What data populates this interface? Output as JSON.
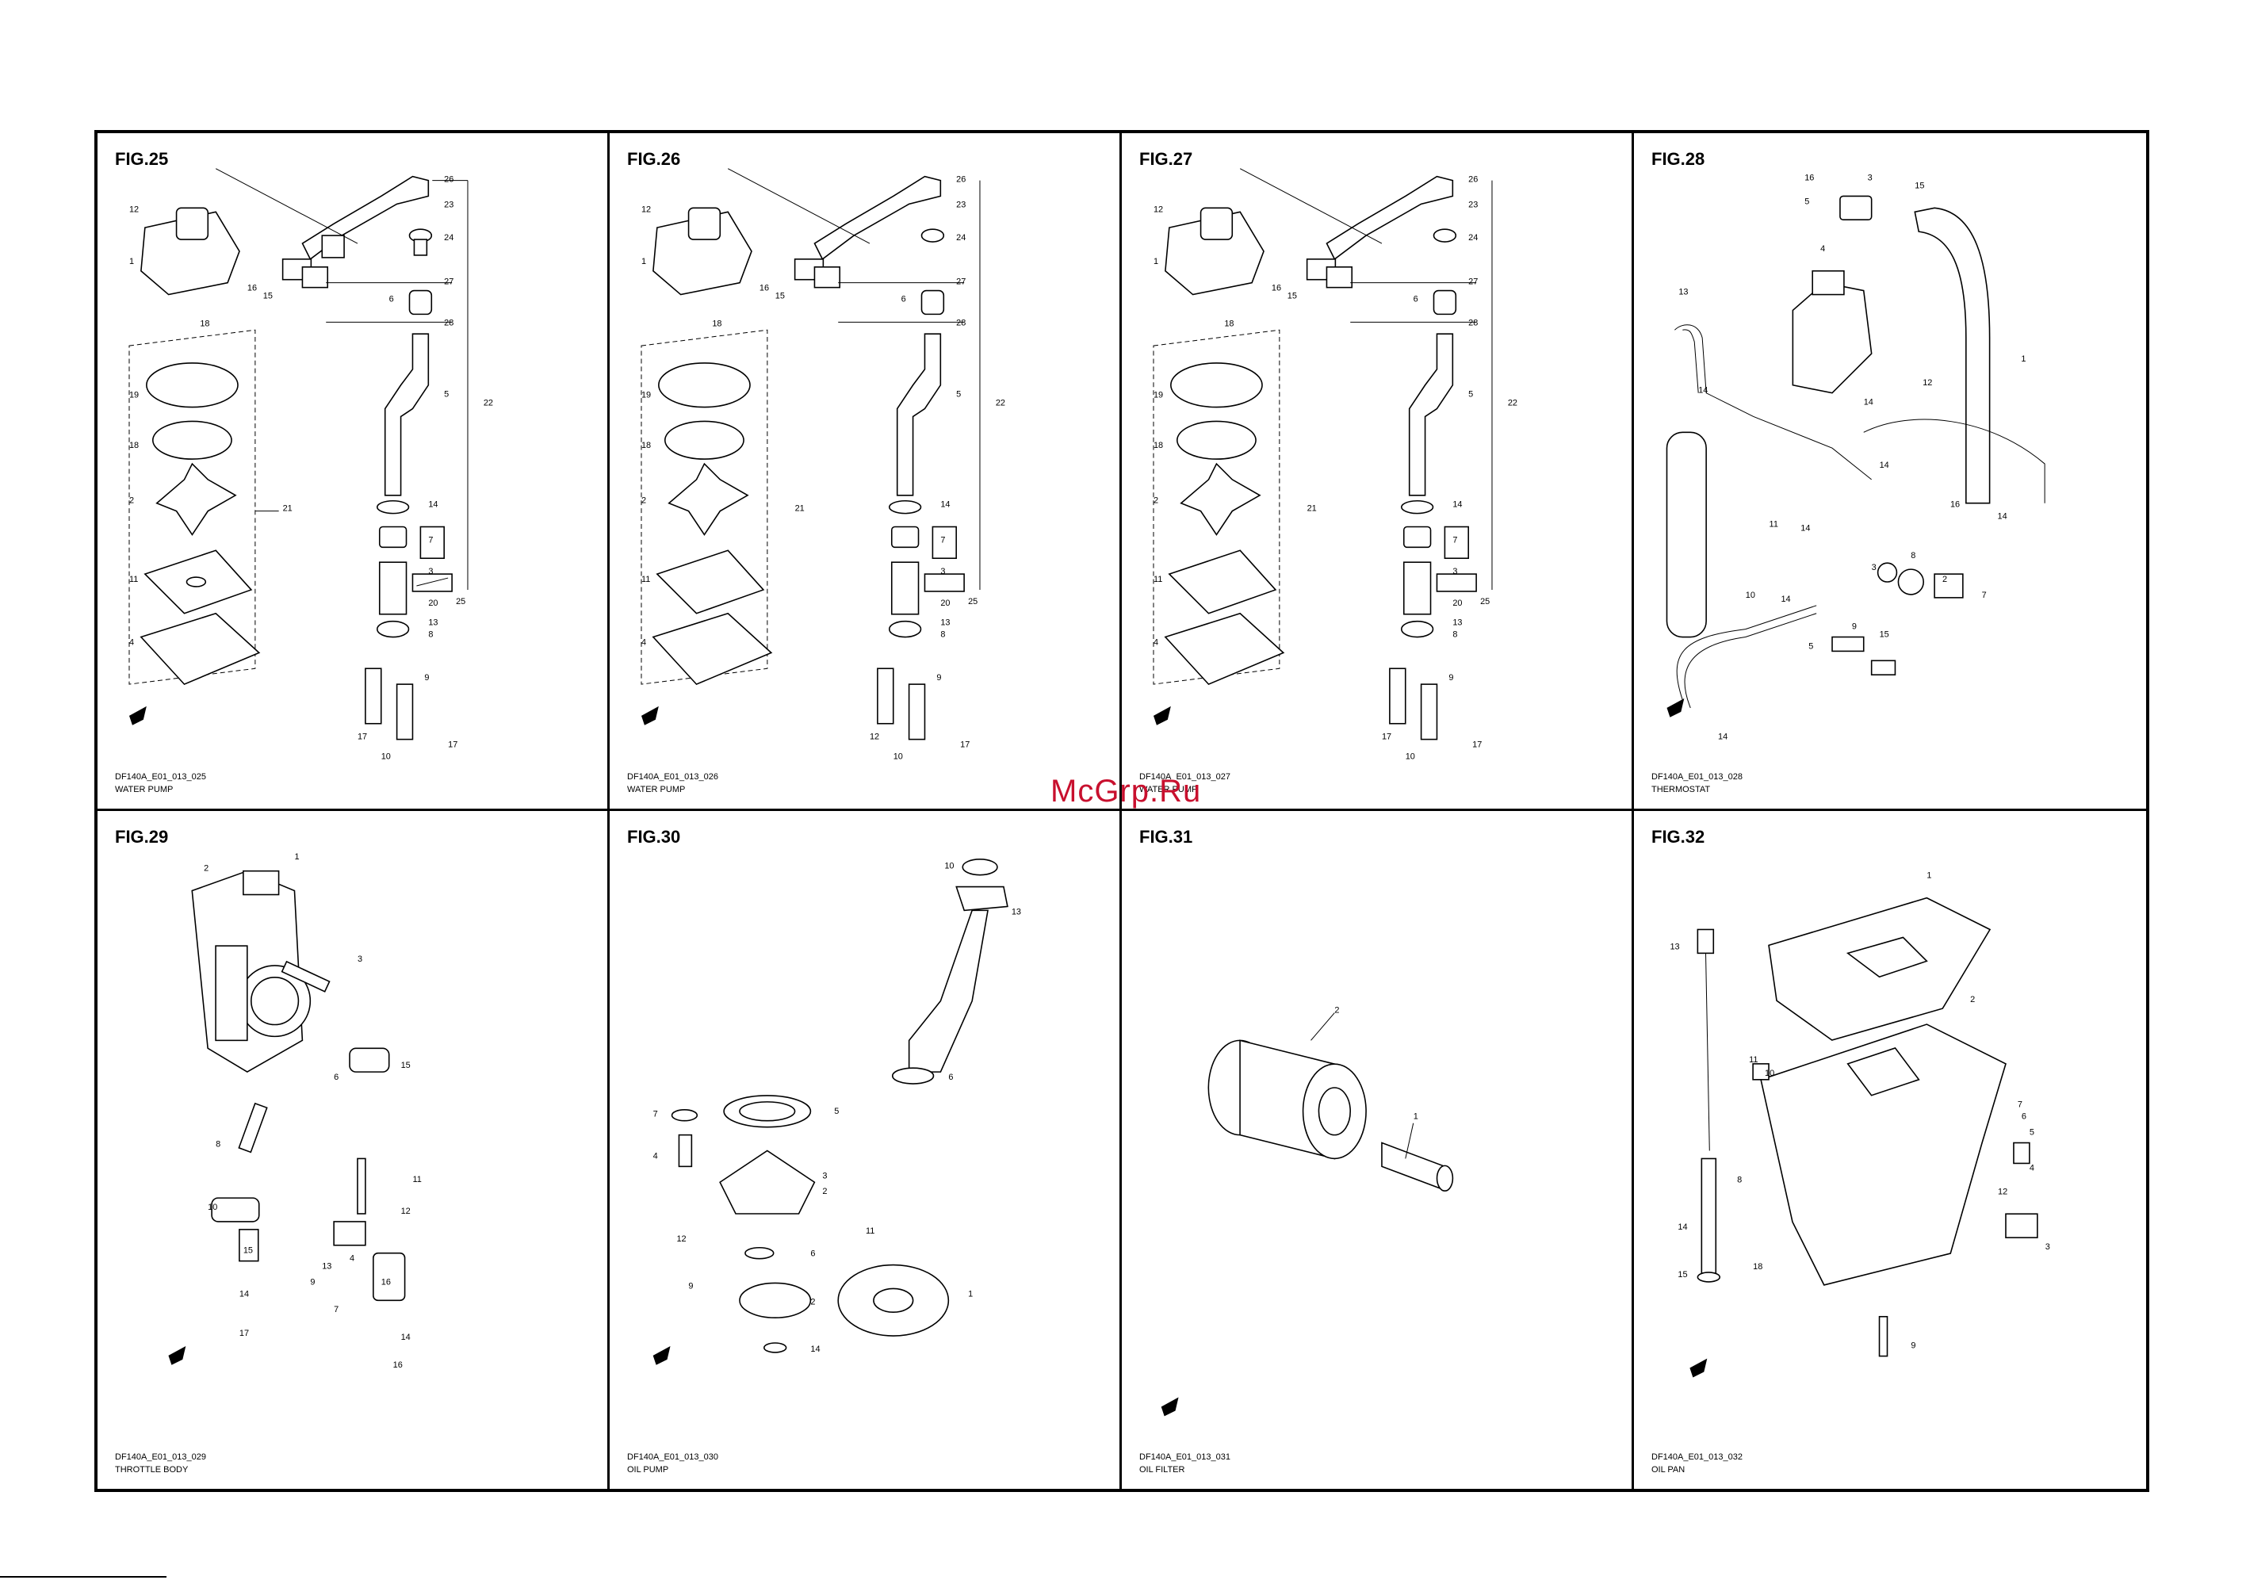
{
  "figures": [
    {
      "id": "FIG.25",
      "code": "DF140A_E01_013_025",
      "caption": "WATER PUMP",
      "callouts": [
        "26",
        "23",
        "24",
        "12",
        "1",
        "27",
        "16",
        "15",
        "6",
        "28",
        "18",
        "19",
        "5",
        "22",
        "18",
        "2",
        "21",
        "14",
        "7",
        "11",
        "3",
        "20",
        "25",
        "13",
        "4",
        "8",
        "9",
        "17",
        "10",
        "17"
      ]
    },
    {
      "id": "FIG.26",
      "code": "DF140A_E01_013_026",
      "caption": "WATER PUMP",
      "callouts": [
        "26",
        "23",
        "24",
        "12",
        "1",
        "27",
        "16",
        "15",
        "6",
        "28",
        "18",
        "19",
        "5",
        "22",
        "18",
        "2",
        "21",
        "14",
        "7",
        "11",
        "3",
        "20",
        "25",
        "13",
        "4",
        "8",
        "9",
        "12",
        "10",
        "17"
      ]
    },
    {
      "id": "FIG.27",
      "code": "DF140A_E01_013_027",
      "caption": "WATER PUMP",
      "callouts": [
        "26",
        "23",
        "24",
        "12",
        "1",
        "27",
        "16",
        "15",
        "6",
        "28",
        "18",
        "19",
        "5",
        "22",
        "18",
        "2",
        "21",
        "14",
        "7",
        "11",
        "3",
        "20",
        "25",
        "13",
        "4",
        "8",
        "9",
        "17",
        "10",
        "17"
      ]
    },
    {
      "id": "FIG.28",
      "code": "DF140A_E01_013_028",
      "caption": "THERMOSTAT",
      "callouts": [
        "16",
        "3",
        "15",
        "5",
        "4",
        "13",
        "1",
        "14",
        "12",
        "14",
        "14",
        "16",
        "14",
        "11",
        "14",
        "10",
        "14",
        "8",
        "2",
        "7",
        "3",
        "5",
        "9",
        "15",
        "14"
      ]
    },
    {
      "id": "FIG.29",
      "code": "DF140A_E01_013_029",
      "caption": "THROTTLE BODY",
      "callouts": [
        "1",
        "2",
        "3",
        "6",
        "15",
        "8",
        "11",
        "10",
        "12",
        "13",
        "4",
        "15",
        "9",
        "16",
        "7",
        "14",
        "17",
        "14",
        "16"
      ]
    },
    {
      "id": "FIG.30",
      "code": "DF140A_E01_013_030",
      "caption": "OIL PUMP",
      "callouts": [
        "10",
        "13",
        "7",
        "5",
        "4",
        "3",
        "2",
        "11",
        "12",
        "6",
        "9",
        "2",
        "1",
        "14",
        "6"
      ]
    },
    {
      "id": "FIG.31",
      "code": "DF140A_E01_013_031",
      "caption": "OIL FILTER",
      "callouts": [
        "2",
        "1"
      ]
    },
    {
      "id": "FIG.32",
      "code": "DF140A_E01_013_032",
      "caption": "OIL PAN",
      "callouts": [
        "1",
        "13",
        "2",
        "11",
        "10",
        "7",
        "6",
        "5",
        "4",
        "8",
        "12",
        "3",
        "14",
        "18",
        "15",
        "9"
      ]
    }
  ],
  "watermark": "McGrp.Ru",
  "colors": {
    "ink": "#000000",
    "paper": "#ffffff",
    "watermark": "#c8102e"
  }
}
